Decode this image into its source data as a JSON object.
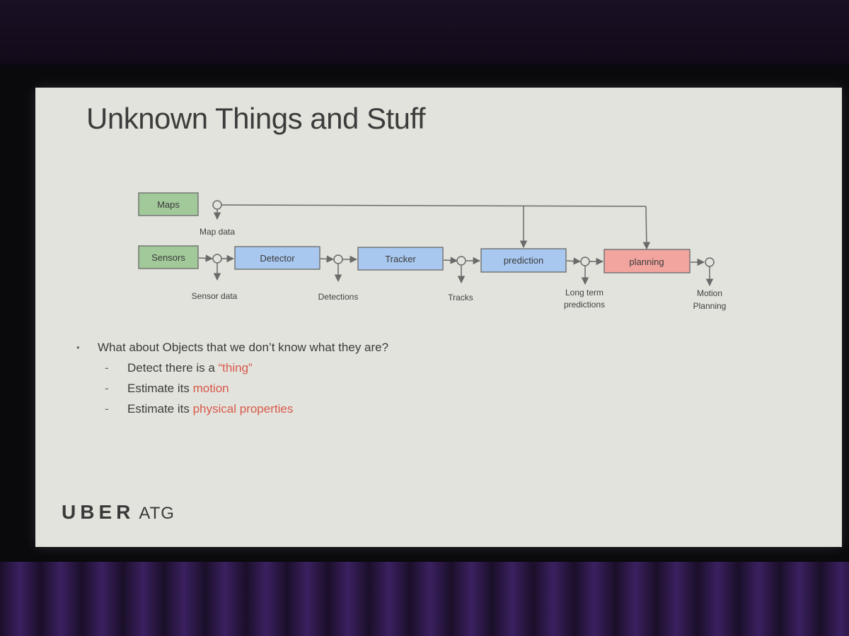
{
  "slide": {
    "title": "Unknown Things and Stuff",
    "diagram": {
      "nodes": {
        "maps": "Maps",
        "sensors": "Sensors",
        "detector": "Detector",
        "tracker": "Tracker",
        "prediction": "prediction",
        "planning": "planning"
      },
      "labels": {
        "map_data": "Map data",
        "sensor_data": "Sensor data",
        "detections": "Detections",
        "tracks": "Tracks",
        "long_term_1": "Long term",
        "long_term_2": "predictions",
        "motion_1": "Motion",
        "motion_2": "Planning"
      }
    },
    "bullets": {
      "main": "What about Objects that we don’t know what they are?",
      "sub1_pre": "Detect there is a ",
      "sub1_hl": "“thing”",
      "sub2_pre": "Estimate its ",
      "sub2_hl": "motion",
      "sub3_pre": "Estimate its ",
      "sub3_hl": "physical properties"
    },
    "brand": {
      "main": "UBER",
      "sub": "ATG"
    },
    "colors": {
      "green": "#a2c99a",
      "blue": "#a9c8ef",
      "salmon": "#f2a49e",
      "highlight": "#d65a4a"
    }
  }
}
